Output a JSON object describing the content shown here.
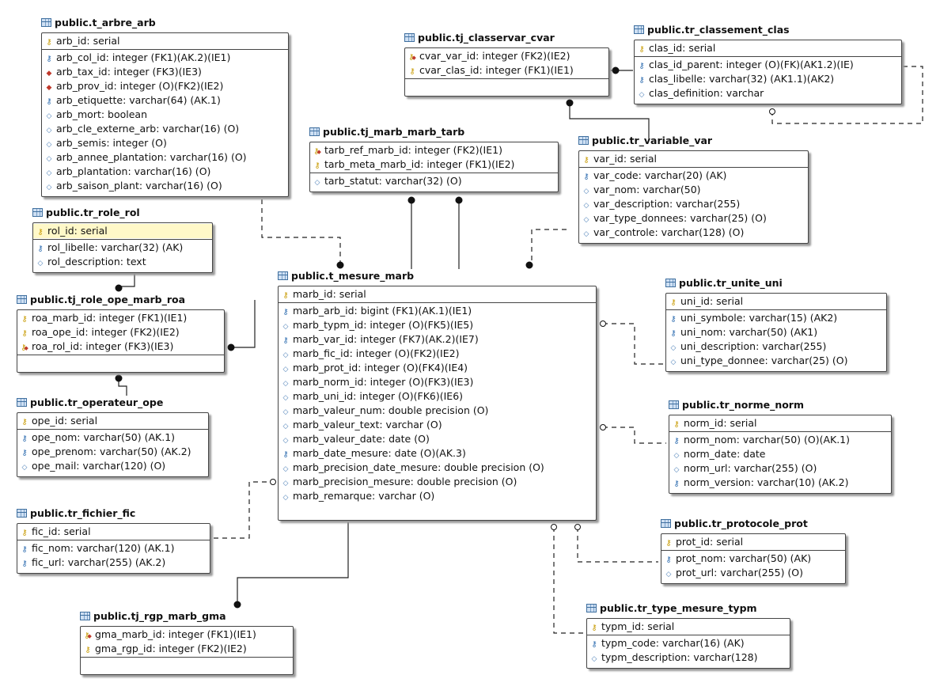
{
  "entities": [
    {
      "id": "t_arbre_arb",
      "name": "public.t_arbre_arb",
      "pk": [
        {
          "text": "arb_id: serial",
          "icon": "key-icon"
        }
      ],
      "attrs": [
        {
          "text": "arb_col_id: integer (FK1)(AK.2)(IE1)",
          "icon": "fk-ak-key-icon"
        },
        {
          "text": "arb_tax_id: integer (FK3)(IE3)",
          "icon": "fk-diamond-icon"
        },
        {
          "text": "arb_prov_id: integer (O)(FK2)(IE2)",
          "icon": "fk-diamond-icon"
        },
        {
          "text": "arb_etiquette: varchar(64) (AK.1)",
          "icon": "ak-key-icon"
        },
        {
          "text": "arb_mort: boolean",
          "icon": "diamond-icon"
        },
        {
          "text": "arb_cle_externe_arb: varchar(16) (O)",
          "icon": "diamond-icon"
        },
        {
          "text": "arb_semis: integer (O)",
          "icon": "diamond-icon"
        },
        {
          "text": "arb_annee_plantation: varchar(16) (O)",
          "icon": "diamond-icon"
        },
        {
          "text": "arb_plantation: varchar(16) (O)",
          "icon": "diamond-icon"
        },
        {
          "text": "arb_saison_plant: varchar(16) (O)",
          "icon": "diamond-icon"
        }
      ]
    },
    {
      "id": "tj_classervar_cvar",
      "name": "public.tj_classervar_cvar",
      "pk": [
        {
          "text": "cvar_var_id: integer (FK2)(IE2)",
          "icon": "pk-fk-key-icon"
        },
        {
          "text": "cvar_clas_id: integer (FK1)(IE1)",
          "icon": "key-icon"
        }
      ],
      "attrs": []
    },
    {
      "id": "tr_classement_clas",
      "name": "public.tr_classement_clas",
      "pk": [
        {
          "text": "clas_id: serial",
          "icon": "key-icon"
        }
      ],
      "attrs": [
        {
          "text": "clas_id_parent: integer (O)(FK)(AK1.2)(IE)",
          "icon": "fk-ak-key-icon"
        },
        {
          "text": "clas_libelle: varchar(32) (AK1.1)(AK2)",
          "icon": "ak-key-icon"
        },
        {
          "text": "clas_definition: varchar",
          "icon": "diamond-icon"
        }
      ]
    },
    {
      "id": "tj_marb_marb_tarb",
      "name": "public.tj_marb_marb_tarb",
      "pk": [
        {
          "text": "tarb_ref_marb_id: integer (FK2)(IE1)",
          "icon": "pk-fk-key-icon"
        },
        {
          "text": "tarb_meta_marb_id: integer (FK1)(IE2)",
          "icon": "key-icon"
        }
      ],
      "attrs": [
        {
          "text": "tarb_statut: varchar(32) (O)",
          "icon": "diamond-icon"
        }
      ]
    },
    {
      "id": "tr_variable_var",
      "name": "public.tr_variable_var",
      "pk": [
        {
          "text": "var_id: serial",
          "icon": "key-icon"
        }
      ],
      "attrs": [
        {
          "text": "var_code: varchar(20) (AK)",
          "icon": "ak-key-icon"
        },
        {
          "text": "var_nom: varchar(50)",
          "icon": "diamond-icon"
        },
        {
          "text": "var_description: varchar(255)",
          "icon": "diamond-icon"
        },
        {
          "text": "var_type_donnees: varchar(25) (O)",
          "icon": "diamond-icon"
        },
        {
          "text": "var_controle: varchar(128) (O)",
          "icon": "diamond-icon"
        }
      ]
    },
    {
      "id": "tr_role_rol",
      "name": "public.tr_role_rol",
      "selected_pk": true,
      "pk": [
        {
          "text": "rol_id: serial",
          "icon": "key-icon"
        }
      ],
      "attrs": [
        {
          "text": "rol_libelle: varchar(32) (AK)",
          "icon": "ak-key-icon"
        },
        {
          "text": "rol_description: text",
          "icon": "diamond-icon"
        }
      ]
    },
    {
      "id": "tj_role_ope_marb_roa",
      "name": "public.tj_role_ope_marb_roa",
      "pk": [
        {
          "text": "roa_marb_id: integer (FK1)(IE1)",
          "icon": "key-icon"
        },
        {
          "text": "roa_ope_id: integer (FK2)(IE2)",
          "icon": "key-icon"
        },
        {
          "text": "roa_rol_id: integer (FK3)(IE3)",
          "icon": "pk-fk-key-icon"
        }
      ],
      "attrs": []
    },
    {
      "id": "t_mesure_marb",
      "name": "public.t_mesure_marb",
      "pk": [
        {
          "text": "marb_id: serial",
          "icon": "key-icon"
        }
      ],
      "attrs": [
        {
          "text": "marb_arb_id: bigint (FK1)(AK.1)(IE1)",
          "icon": "ak-key-icon"
        },
        {
          "text": "marb_typm_id: integer (O)(FK5)(IE5)",
          "icon": "diamond-icon"
        },
        {
          "text": "marb_var_id: integer (FK7)(AK.2)(IE7)",
          "icon": "fk-ak-key-icon"
        },
        {
          "text": "marb_fic_id: integer (O)(FK2)(IE2)",
          "icon": "diamond-icon"
        },
        {
          "text": "marb_prot_id: integer (O)(FK4)(IE4)",
          "icon": "diamond-icon"
        },
        {
          "text": "marb_norm_id: integer (O)(FK3)(IE3)",
          "icon": "diamond-icon"
        },
        {
          "text": "marb_uni_id: integer (O)(FK6)(IE6)",
          "icon": "diamond-icon"
        },
        {
          "text": "marb_valeur_num: double precision (O)",
          "icon": "diamond-icon"
        },
        {
          "text": "marb_valeur_text: varchar (O)",
          "icon": "diamond-icon"
        },
        {
          "text": "marb_valeur_date: date (O)",
          "icon": "diamond-icon"
        },
        {
          "text": "marb_date_mesure: date (O)(AK.3)",
          "icon": "ak-key-icon"
        },
        {
          "text": "marb_precision_date_mesure: double precision (O)",
          "icon": "diamond-icon"
        },
        {
          "text": "marb_precision_mesure: double precision (O)",
          "icon": "diamond-icon"
        },
        {
          "text": "marb_remarque: varchar (O)",
          "icon": "diamond-icon"
        }
      ]
    },
    {
      "id": "tr_unite_uni",
      "name": "public.tr_unite_uni",
      "pk": [
        {
          "text": "uni_id: serial",
          "icon": "key-icon"
        }
      ],
      "attrs": [
        {
          "text": "uni_symbole: varchar(15) (AK2)",
          "icon": "ak-key-icon"
        },
        {
          "text": "uni_nom: varchar(50) (AK1)",
          "icon": "ak-key-icon"
        },
        {
          "text": "uni_description: varchar(255)",
          "icon": "diamond-icon"
        },
        {
          "text": "uni_type_donnee: varchar(25) (O)",
          "icon": "diamond-icon"
        }
      ]
    },
    {
      "id": "tr_operateur_ope",
      "name": "public.tr_operateur_ope",
      "pk": [
        {
          "text": "ope_id: serial",
          "icon": "key-icon"
        }
      ],
      "attrs": [
        {
          "text": "ope_nom: varchar(50) (AK.1)",
          "icon": "ak-key-icon"
        },
        {
          "text": "ope_prenom: varchar(50) (AK.2)",
          "icon": "ak-key-icon"
        },
        {
          "text": "ope_mail: varchar(120) (O)",
          "icon": "diamond-icon"
        }
      ]
    },
    {
      "id": "tr_norme_norm",
      "name": "public.tr_norme_norm",
      "pk": [
        {
          "text": "norm_id: serial",
          "icon": "key-icon"
        }
      ],
      "attrs": [
        {
          "text": "norm_nom: varchar(50) (O)(AK.1)",
          "icon": "ak-key-icon"
        },
        {
          "text": "norm_date: date",
          "icon": "diamond-icon"
        },
        {
          "text": "norm_url: varchar(255) (O)",
          "icon": "diamond-icon"
        },
        {
          "text": "norm_version: varchar(10) (AK.2)",
          "icon": "ak-key-icon"
        }
      ]
    },
    {
      "id": "tr_fichier_fic",
      "name": "public.tr_fichier_fic",
      "pk": [
        {
          "text": "fic_id: serial",
          "icon": "key-icon"
        }
      ],
      "attrs": [
        {
          "text": "fic_nom: varchar(120) (AK.1)",
          "icon": "ak-key-icon"
        },
        {
          "text": "fic_url: varchar(255) (AK.2)",
          "icon": "ak-key-icon"
        }
      ]
    },
    {
      "id": "tr_protocole_prot",
      "name": "public.tr_protocole_prot",
      "pk": [
        {
          "text": "prot_id: serial",
          "icon": "key-icon"
        }
      ],
      "attrs": [
        {
          "text": "prot_nom: varchar(50) (AK)",
          "icon": "ak-key-icon"
        },
        {
          "text": "prot_url: varchar(255) (O)",
          "icon": "diamond-icon"
        }
      ]
    },
    {
      "id": "tj_rgp_marb_gma",
      "name": "public.tj_rgp_marb_gma",
      "pk": [
        {
          "text": "gma_marb_id: integer (FK1)(IE1)",
          "icon": "pk-fk-key-icon"
        },
        {
          "text": "gma_rgp_id: integer (FK2)(IE2)",
          "icon": "key-icon"
        }
      ],
      "attrs": []
    },
    {
      "id": "tr_type_mesure_typm",
      "name": "public.tr_type_mesure_typm",
      "pk": [
        {
          "text": "typm_id: serial",
          "icon": "key-icon"
        }
      ],
      "attrs": [
        {
          "text": "typm_code: varchar(16) (AK)",
          "icon": "ak-key-icon"
        },
        {
          "text": "typm_description: varchar(128)",
          "icon": "diamond-icon"
        }
      ]
    }
  ]
}
